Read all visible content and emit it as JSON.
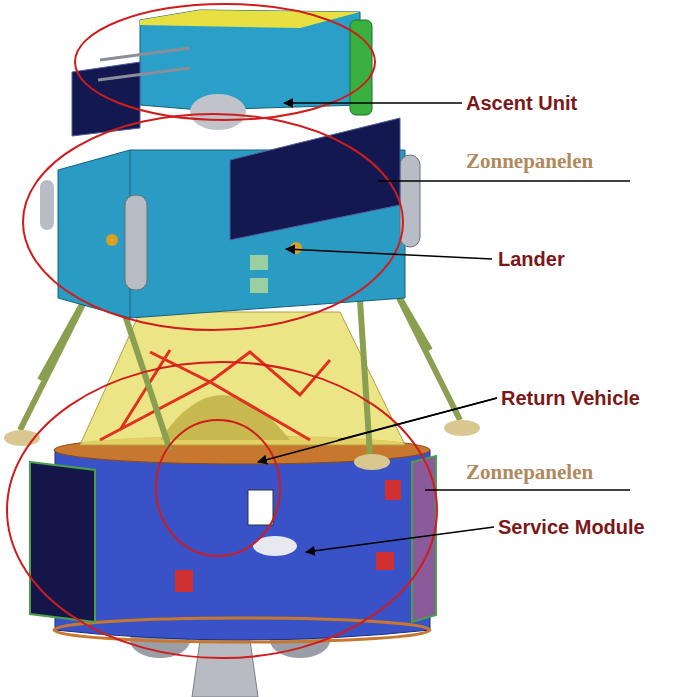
{
  "diagram": {
    "labels": [
      "Ascent Unit",
      "Zonnepanelen",
      "Lander",
      "Return Vehicle",
      "Zonnepanelen",
      "Service Module"
    ]
  }
}
